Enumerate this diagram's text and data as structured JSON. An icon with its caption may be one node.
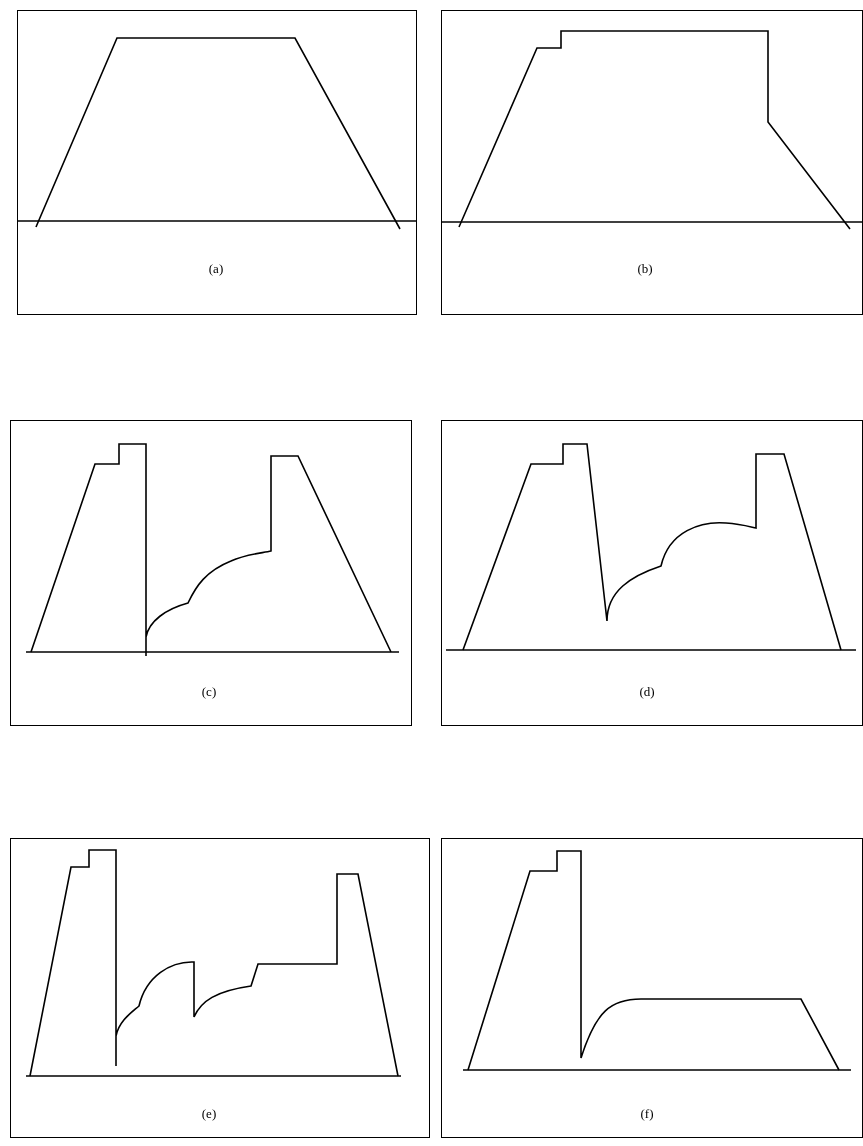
{
  "diagram": {
    "nodes": [
      {
        "text": [
          "(a)"
        ]
      },
      {
        "text": [
          "(b)"
        ]
      },
      {
        "text": [
          "(c)"
        ]
      },
      {
        "text": [
          "(d)"
        ]
      },
      {
        "text": [
          "(e)"
        ]
      },
      {
        "text": [
          "(f)"
        ]
      }
    ]
  }
}
